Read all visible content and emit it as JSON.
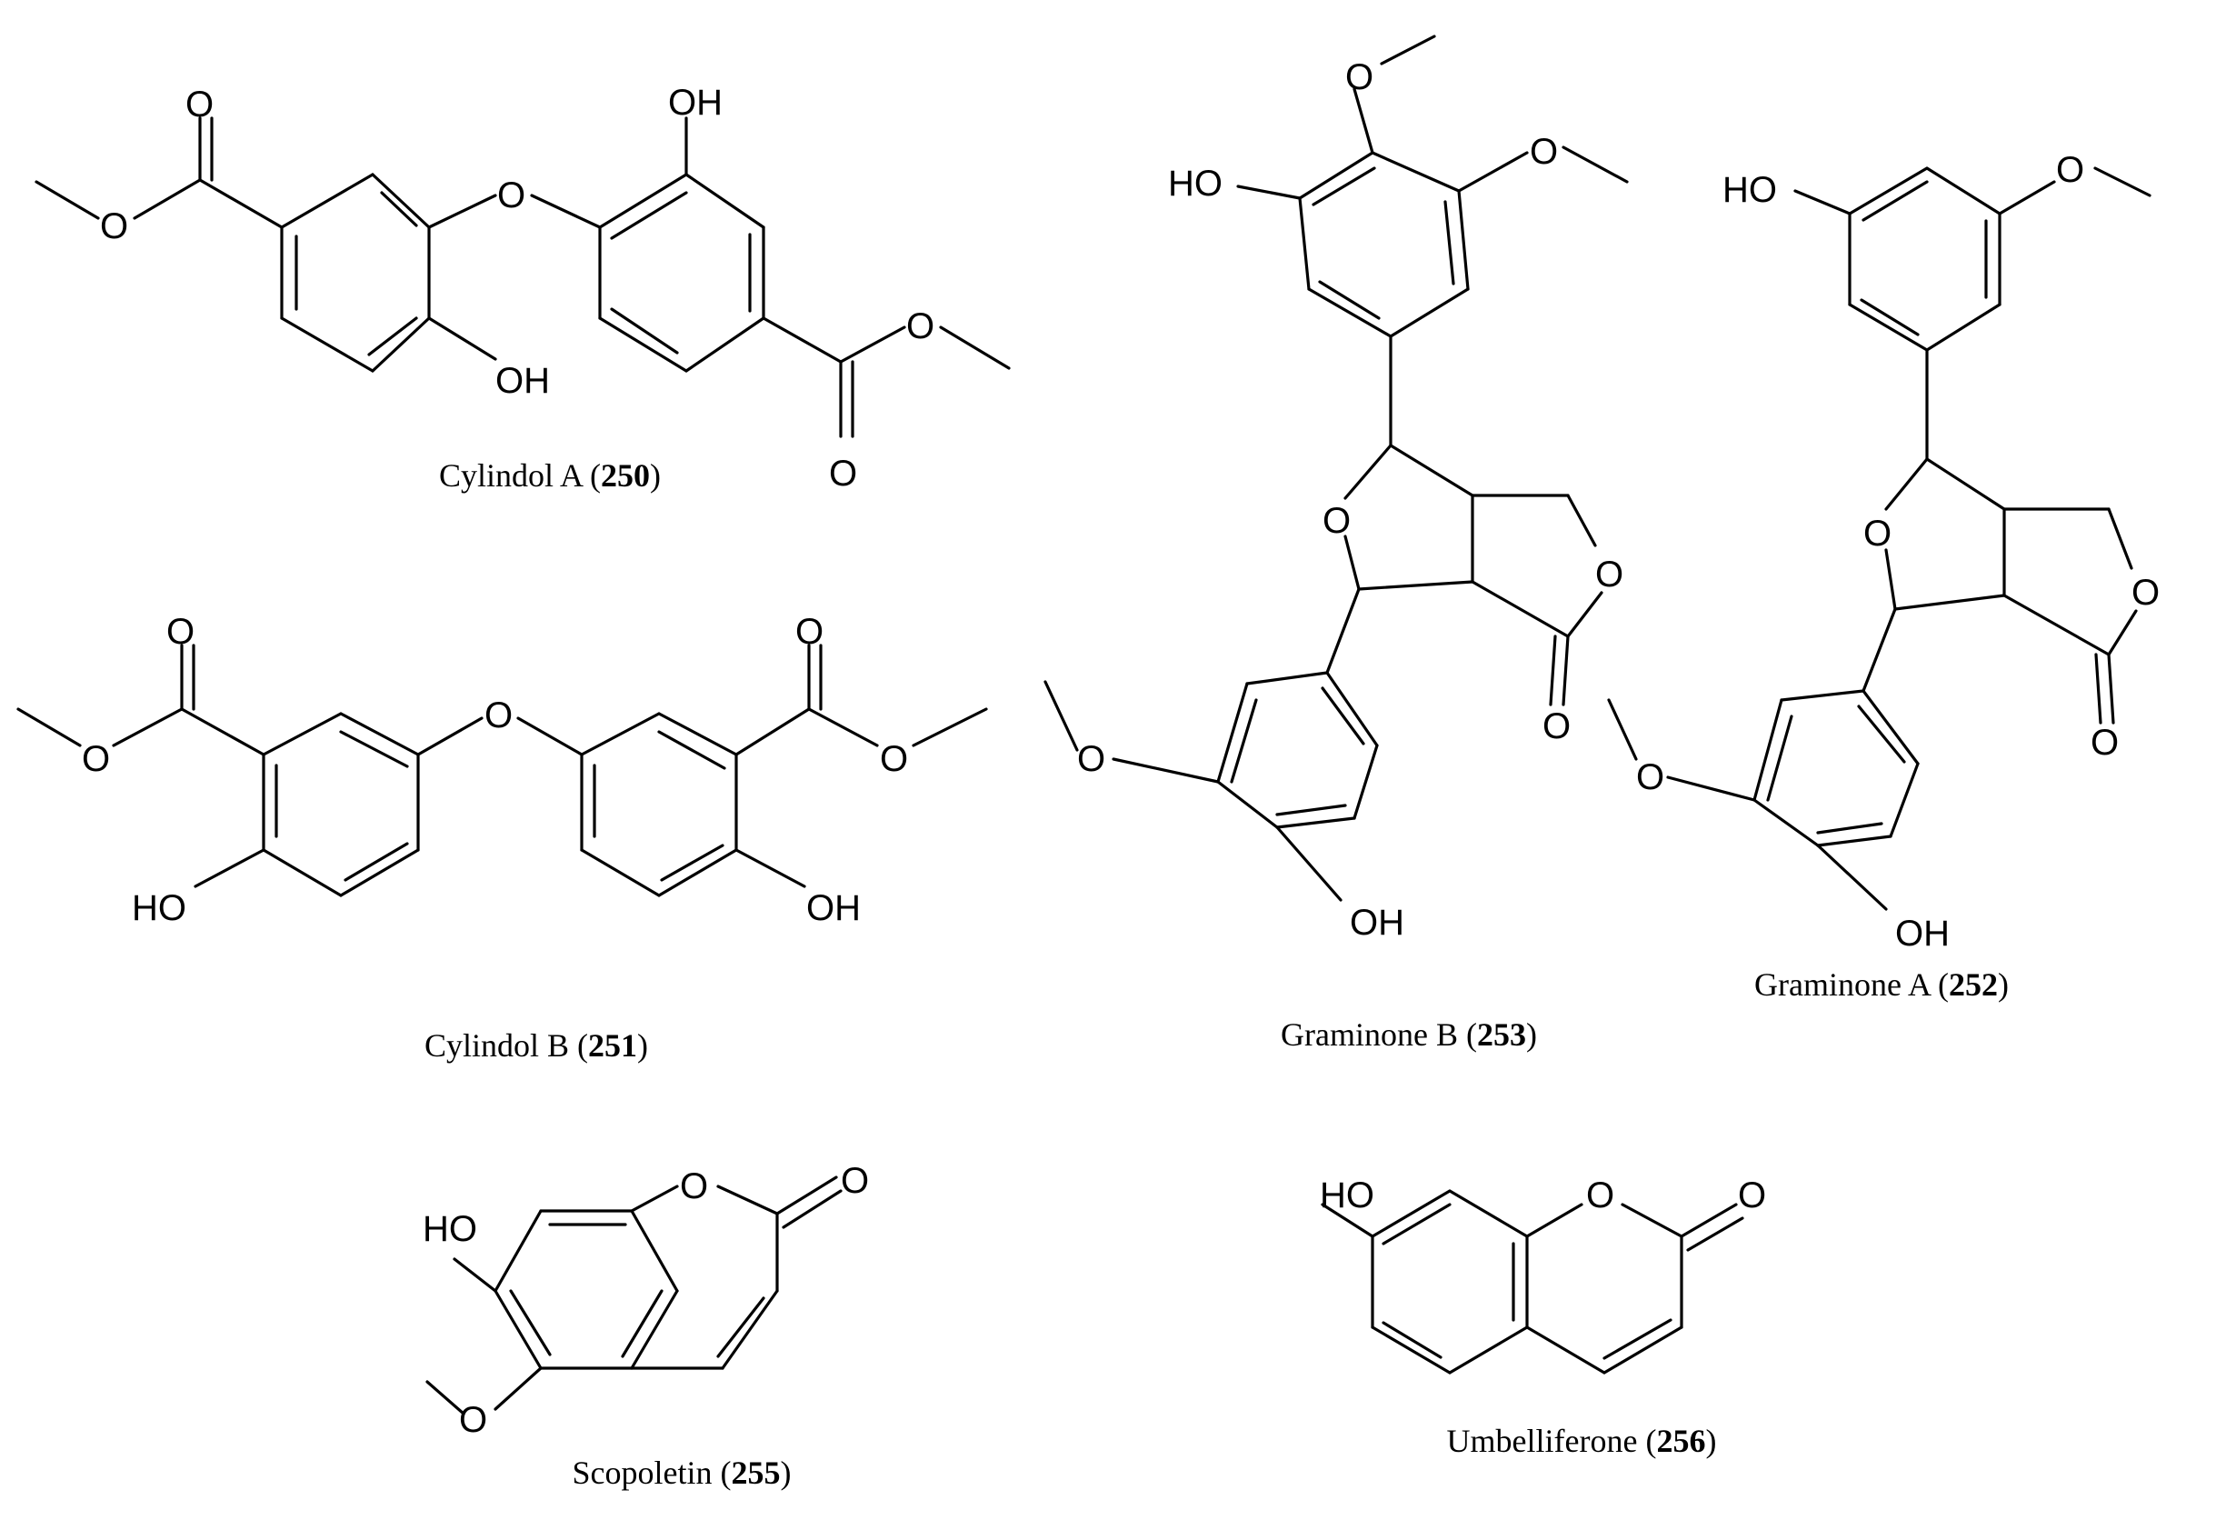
{
  "compounds": [
    {
      "name": "Cylindol A",
      "number": "250",
      "atoms": {
        "o_carbonyl_left": "O",
        "o_ester_left": "O",
        "o_ether": "O",
        "oh_top": "OH",
        "oh_bottom": "OH",
        "o_ester_right": "O",
        "o_carbonyl_right": "O"
      }
    },
    {
      "name": "Cylindol B",
      "number": "251",
      "atoms": {
        "o_carbonyl_left": "O",
        "o_ester_left": "O",
        "o_ether": "O",
        "ho_left": "HO",
        "o_carbonyl_right": "O",
        "o_ester_right": "O",
        "oh_right": "OH"
      }
    },
    {
      "name": "Graminone B",
      "number": "253",
      "atoms": {
        "o_methoxy_top": "O",
        "o_methoxy_right": "O",
        "ho_top": "HO",
        "o_furan": "O",
        "o_lactone": "O",
        "o_carbonyl": "O",
        "o_methoxy_left": "O",
        "oh_bottom": "OH"
      }
    },
    {
      "name": "Graminone A",
      "number": "252",
      "atoms": {
        "ho_top": "HO",
        "o_methoxy_top": "O",
        "o_furan": "O",
        "o_lactone": "O",
        "o_carbonyl": "O",
        "o_methoxy_left": "O",
        "oh_bottom": "OH"
      }
    },
    {
      "name": "Scopoletin",
      "number": "255",
      "atoms": {
        "ho": "HO",
        "o_ring": "O",
        "o_carbonyl": "O",
        "o_methoxy": "O"
      }
    },
    {
      "name": "Umbelliferone",
      "number": "256",
      "atoms": {
        "ho": "HO",
        "o_ring": "O",
        "o_carbonyl": "O"
      }
    }
  ],
  "caption_parens": {
    "open": "(",
    "close": ")"
  }
}
